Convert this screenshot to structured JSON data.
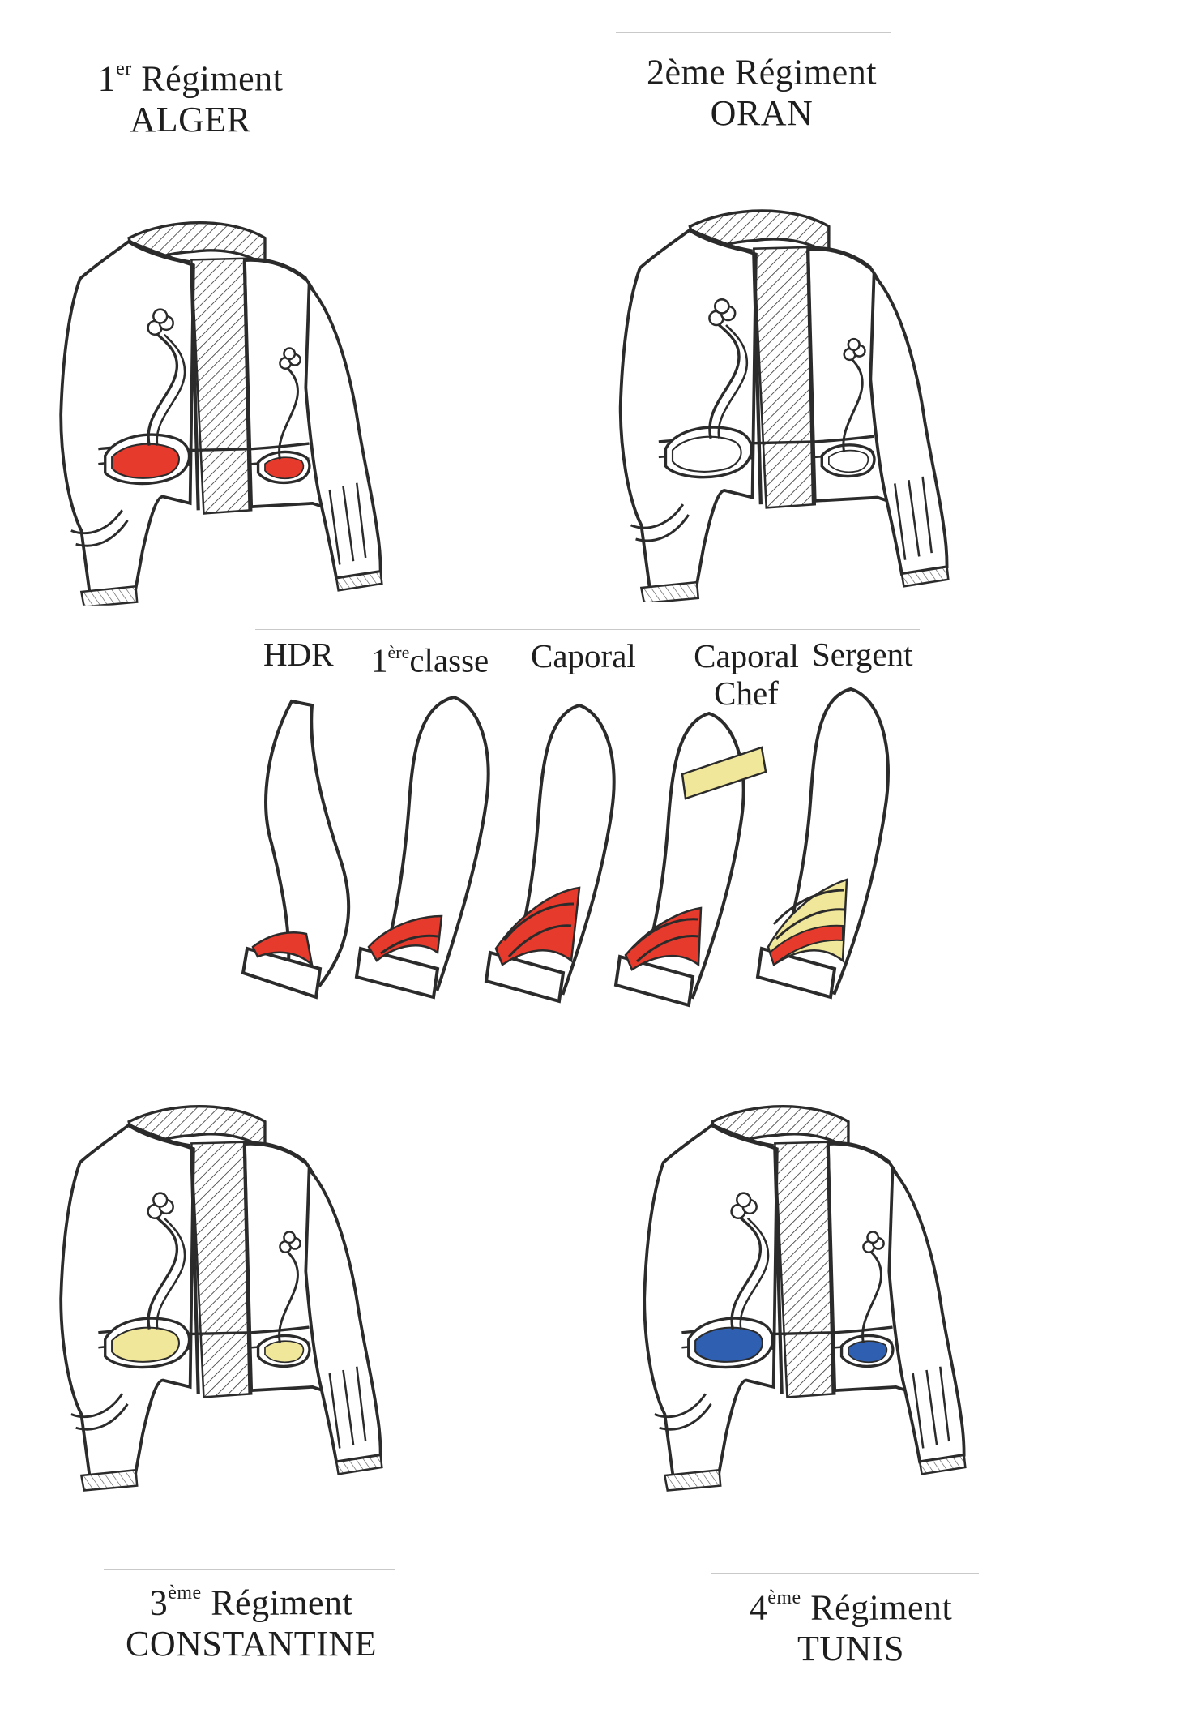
{
  "diagram": {
    "regiments": [
      {
        "ordinal_num": "1",
        "ordinal_sup": "er",
        "word": " Régiment",
        "city": "ALGER",
        "facing_color": "#e53a2c"
      },
      {
        "ordinal_num": "2ème",
        "ordinal_sup": "",
        "word": " Régiment",
        "city": "ORAN",
        "facing_color": "#ffffff"
      },
      {
        "ordinal_num": "3",
        "ordinal_sup": "ème",
        "word": " Régiment",
        "city": "CONSTANTINE",
        "facing_color": "#f1e79a"
      },
      {
        "ordinal_num": "4",
        "ordinal_sup": "ème",
        "word": " Régiment",
        "city": "TUNIS",
        "facing_color": "#2f5fb0"
      }
    ],
    "grades": [
      {
        "pre": "HDR",
        "sup": "",
        "post": "",
        "line2": ""
      },
      {
        "pre": "1",
        "sup": "ère",
        "post": "classe",
        "line2": ""
      },
      {
        "pre": "Caporal",
        "sup": "",
        "post": "",
        "line2": ""
      },
      {
        "pre": "Caporal",
        "sup": "",
        "post": "",
        "line2": "Chef"
      },
      {
        "pre": "Sergent",
        "sup": "",
        "post": "",
        "line2": ""
      }
    ],
    "colors": {
      "red": "#e53a2c",
      "yellow": "#f1e79a",
      "blue": "#2f5fb0",
      "ink": "#2b2b2b"
    }
  }
}
